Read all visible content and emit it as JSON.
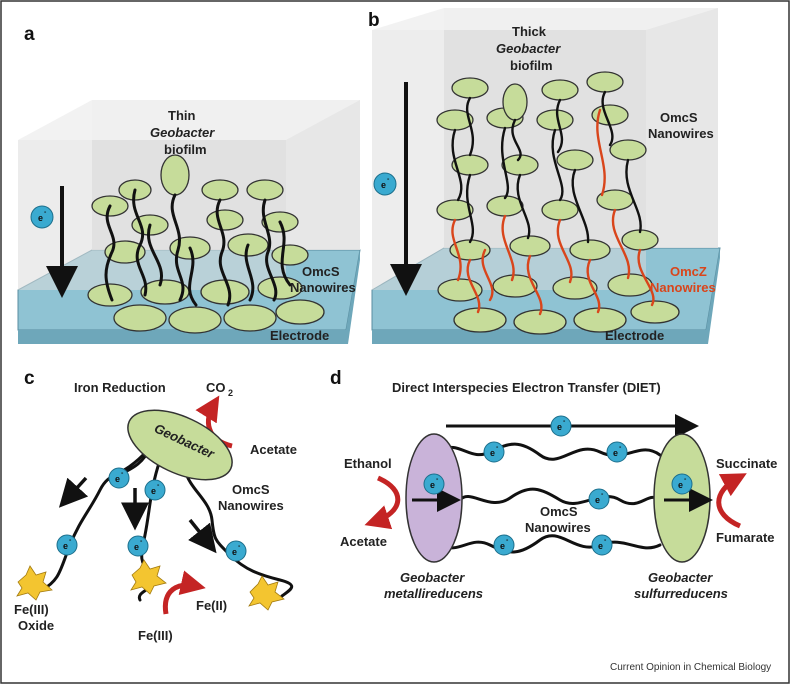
{
  "panels": {
    "a": {
      "letter": "a",
      "biofilm_line1": "Thin",
      "biofilm_line2": "Geobacter",
      "biofilm_line3": "biofilm",
      "electron_label": "e",
      "electron_sup": "-",
      "nanowire_line1": "OmcS",
      "nanowire_line2": "Nanowires",
      "electrode": "Electrode"
    },
    "b": {
      "letter": "b",
      "biofilm_line1": "Thick",
      "biofilm_line2": "Geobacter",
      "biofilm_line3": "biofilm",
      "electron_label": "e",
      "electron_sup": "-",
      "omcs_line1": "OmcS",
      "omcs_line2": "Nanowires",
      "omcz_line1": "OmcZ",
      "omcz_line2": "Nanowires",
      "electrode": "Electrode"
    },
    "c": {
      "letter": "c",
      "title": "Iron Reduction",
      "co2_main": "CO",
      "co2_sub": "2",
      "acetate": "Acetate",
      "cell": "Geobacter",
      "nanowire_line1": "OmcS",
      "nanowire_line2": "Nanowires",
      "feoxide_line1": "Fe(III)",
      "feoxide_line2": "Oxide",
      "fe2": "Fe(II)",
      "fe3": "Fe(III)",
      "electron_label": "e",
      "electron_sup": "-"
    },
    "d": {
      "letter": "d",
      "title": "Direct Interspecies Electron Transfer (DIET)",
      "ethanol": "Ethanol",
      "acetate": "Acetate",
      "succinate": "Succinate",
      "fumarate": "Fumarate",
      "nanowire_line1": "OmcS",
      "nanowire_line2": "Nanowires",
      "left_line1": "Geobacter",
      "left_line2": "metallireducens",
      "right_line1": "Geobacter",
      "right_line2": "sulfurreducens",
      "electron_label": "e",
      "electron_sup": "-"
    }
  },
  "footer": "Current Opinion in Chemical Biology",
  "colors": {
    "cell_green": "#c6dc9a",
    "electron_blue": "#3aaad0",
    "omcz_red": "#d9451b",
    "arrow_red": "#c42424",
    "electrode_blue": "#8fc3d3",
    "left_cell_purple": "#c9b3d9",
    "iron_oxide_yellow": "#f3c530"
  }
}
